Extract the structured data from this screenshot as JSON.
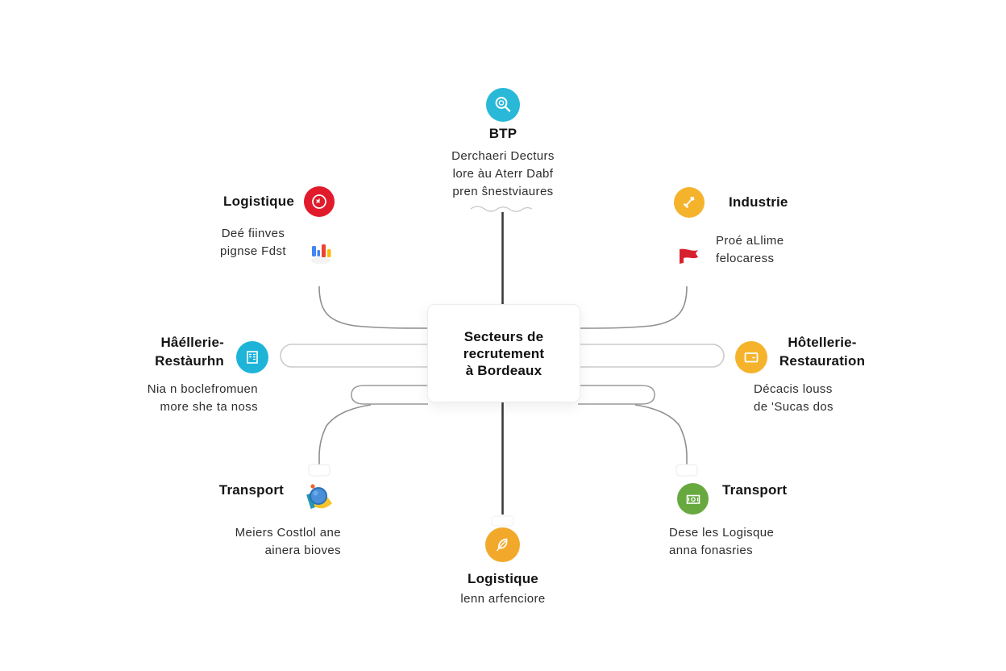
{
  "center": {
    "lines": [
      "Secteurs de",
      "recrutement",
      "à Bordeaux"
    ]
  },
  "nodes": {
    "btp": {
      "title": "BTP",
      "icon": "search-icon",
      "color": "#29b8d8",
      "desc": [
        "Derchaeri Decturs",
        "lore àu Aterr Dabf",
        "pren ŝnestviaures"
      ]
    },
    "logistique_left": {
      "title": "Logistique",
      "icon": "steering-wheel-icon",
      "color": "#e11b2b",
      "desc": [
        "Deé fiinves",
        "pignse Fdst"
      ],
      "extra_icon": "bar-chart-icon"
    },
    "industrie": {
      "title": "Industrie",
      "icon": "hammer-icon",
      "color": "#f5b32c",
      "desc": [
        "Proé aLlime",
        "felocaress"
      ],
      "extra_icon": "red-flag-icon"
    },
    "hotellerie_left": {
      "title_lines": [
        "Hâéllerie-",
        "Restàurhn"
      ],
      "icon": "document-icon",
      "color": "#1db4d8",
      "desc": [
        "Nia n boclefromuen",
        "more she ta noss"
      ]
    },
    "hotellerie_right": {
      "title_lines": [
        "Hôtellerie-",
        "Restauration"
      ],
      "icon": "card-icon",
      "color": "#f5b32c",
      "desc": [
        "Décacis louss",
        "de 'Sucas dos"
      ]
    },
    "transport_left": {
      "title": "Transport",
      "icon": "globe-logo-icon",
      "desc": [
        "Meiers Costlol ane",
        "ainera bioves"
      ]
    },
    "transport_right": {
      "title": "Transport",
      "icon": "banknote-icon",
      "color": "#67a93f",
      "desc": [
        "Dese les Logisque",
        "anna fonasries"
      ]
    },
    "logistique_bottom": {
      "title": "Logistique",
      "icon": "leaf-icon",
      "color": "#f2a92b",
      "desc": [
        "lenn arfenciore"
      ]
    }
  },
  "connector_colors": {
    "trunk": "#3d3d3d",
    "curve": "#8f8f8f",
    "pill": "#cbcbcb"
  }
}
